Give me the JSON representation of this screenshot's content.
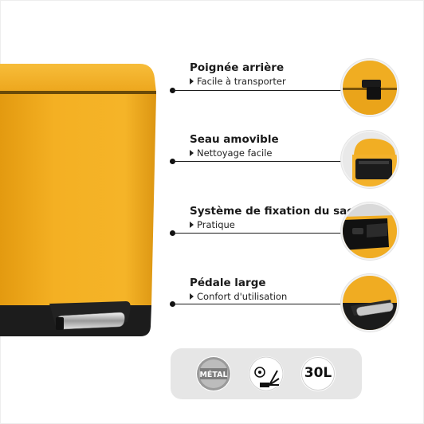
{
  "features": [
    {
      "title": "Poignée arrière",
      "subtitle": "Facile à transporter",
      "icon": "handle-detail-icon"
    },
    {
      "title": "Seau amovible",
      "subtitle": "Nettoyage facile",
      "icon": "removable-bucket-icon"
    },
    {
      "title": "Système de fixation du sac",
      "subtitle": "Pratique",
      "icon": "bag-fixing-icon"
    },
    {
      "title": "Pédale large",
      "subtitle": "Confort d'utilisation",
      "icon": "pedal-detail-icon"
    }
  ],
  "badges": {
    "material": "MÉTAL",
    "softclose_icon": "soft-close-icon",
    "volume": "30L"
  },
  "colors": {
    "bin_yellow": "#f2ae1c",
    "bin_yellow_dark": "#d9960f",
    "black": "#1a1a1a",
    "badge_bar": "#e6e6e6",
    "metal_badge": "#8a8a8a"
  }
}
